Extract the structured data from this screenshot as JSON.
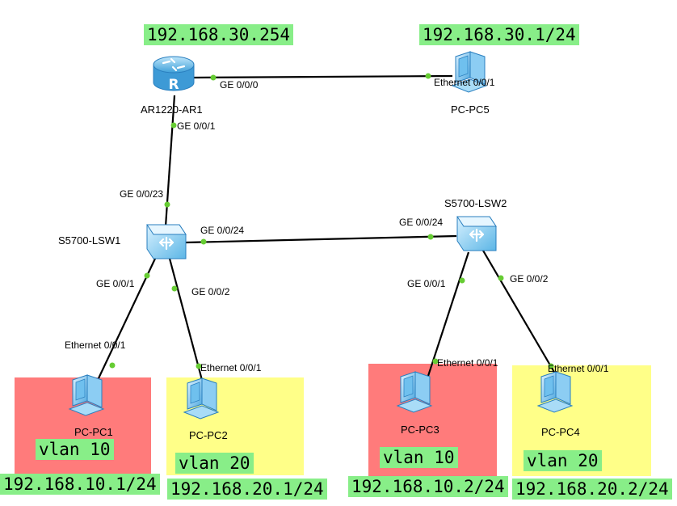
{
  "colors": {
    "vlan10_zone": "#ff7b7b",
    "vlan20_zone": "#ffff88",
    "label_bg": "#88ee88",
    "link": "#000000",
    "port_dot": "#66cc33"
  },
  "devices": {
    "router": {
      "name": "AR1220-AR1",
      "ip": "192.168.30.254",
      "icon": "router-icon"
    },
    "pc5": {
      "name": "PC-PC5",
      "ip": "192.168.30.1/24",
      "icon": "pc-icon"
    },
    "lsw1": {
      "name": "S5700-LSW1",
      "icon": "switch-icon"
    },
    "lsw2": {
      "name": "S5700-LSW2",
      "icon": "switch-icon"
    },
    "pc1": {
      "name": "PC-PC1",
      "vlan": "vlan 10",
      "ip": "192.168.10.1/24",
      "icon": "pc-icon"
    },
    "pc2": {
      "name": "PC-PC2",
      "vlan": "vlan 20",
      "ip": "192.168.20.1/24",
      "icon": "pc-icon"
    },
    "pc3": {
      "name": "PC-PC3",
      "vlan": "vlan 10",
      "ip": "192.168.10.2/24",
      "icon": "pc-icon"
    },
    "pc4": {
      "name": "PC-PC4",
      "vlan": "vlan 20",
      "ip": "192.168.20.2/24",
      "icon": "pc-icon"
    }
  },
  "ports": {
    "router_pc5": "GE 0/0/0",
    "pc5_router": "Ethernet 0/0/1",
    "router_lsw1": "GE 0/0/1",
    "lsw1_router": "GE 0/0/23",
    "lsw1_lsw2": "GE 0/0/24",
    "lsw2_lsw1": "GE 0/0/24",
    "lsw1_pc1": "GE 0/0/1",
    "pc1_lsw1": "Ethernet 0/0/1",
    "lsw1_pc2": "GE 0/0/2",
    "pc2_lsw1": "Ethernet 0/0/1",
    "lsw2_pc3": "GE 0/0/1",
    "pc3_lsw2": "Ethernet 0/0/1",
    "lsw2_pc4": "GE 0/0/2",
    "pc4_lsw2": "Ethernet 0/0/1"
  }
}
